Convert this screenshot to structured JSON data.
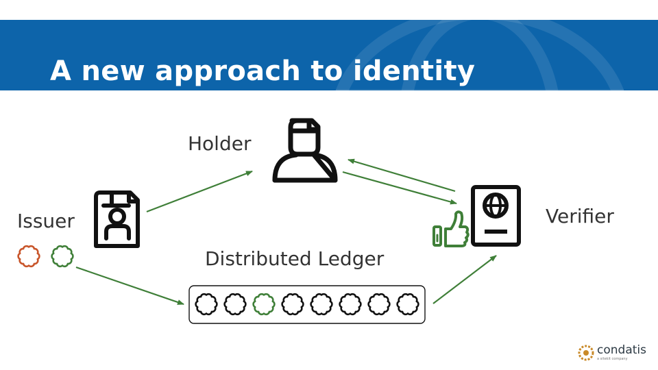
{
  "slide": {
    "title": "A new approach to identity"
  },
  "labels": {
    "holder": "Holder",
    "issuer": "Issuer",
    "verifier": "Verifier",
    "ledger": "Distributed Ledger"
  },
  "logo": {
    "name": "condatis",
    "tagline": "a sitekit company"
  },
  "icons": {
    "holder": "person-with-document-icon",
    "issuer": "id-document-icon",
    "verifier": "passport-icon",
    "approval": "thumbs-up-icon",
    "badge": "badge-seal-icon"
  },
  "colors": {
    "header_bg": "#0d64aa",
    "arrow": "#3f7f38",
    "badge_orange": "#c8552a",
    "badge_green": "#3f7f38",
    "icon_dark": "#111111"
  }
}
